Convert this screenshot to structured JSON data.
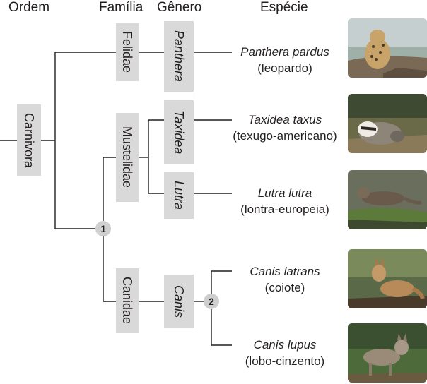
{
  "headers": {
    "ordem": "Ordem",
    "familia": "Família",
    "genero": "Gênero",
    "especie": "Espécie"
  },
  "order": "Carnivora",
  "families": {
    "felidae": "Felidae",
    "mustelidae": "Mustelidae",
    "canidae": "Canidae"
  },
  "genera": {
    "panthera": "Panthera",
    "taxidea": "Taxidea",
    "lutra": "Lutra",
    "canis": "Canis"
  },
  "nodes": {
    "n1": "1",
    "n2": "2"
  },
  "species": [
    {
      "scientific": "Panthera pardus",
      "common": "(leopardo)",
      "photo": "leopard-photo"
    },
    {
      "scientific": "Taxidea taxus",
      "common": "(texugo-americano)",
      "photo": "badger-photo"
    },
    {
      "scientific": "Lutra lutra",
      "common": "(lontra-europeia)",
      "photo": "otter-photo"
    },
    {
      "scientific": "Canis latrans",
      "common": "(coiote)",
      "photo": "coyote-photo"
    },
    {
      "scientific": "Canis lupus",
      "common": "(lobo-cinzento)",
      "photo": "wolf-photo"
    }
  ],
  "colors": {
    "box": "#d9d9d9",
    "node": "#cfcfcf",
    "line": "#231f20"
  }
}
